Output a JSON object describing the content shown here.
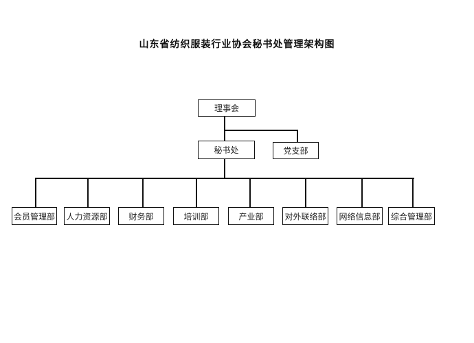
{
  "title": "山东省纺织服装行业协会秘书处管理架构图",
  "nodes": {
    "board": "理事会",
    "secretariat": "秘书处",
    "party_branch": "党支部",
    "departments": [
      "会员管理部",
      "人力资源部",
      "财务部",
      "培训部",
      "产业部",
      "对外联络部",
      "网络信息部",
      "综合管理部"
    ]
  },
  "colors": {
    "line": "#111111",
    "background": "#ffffff"
  }
}
